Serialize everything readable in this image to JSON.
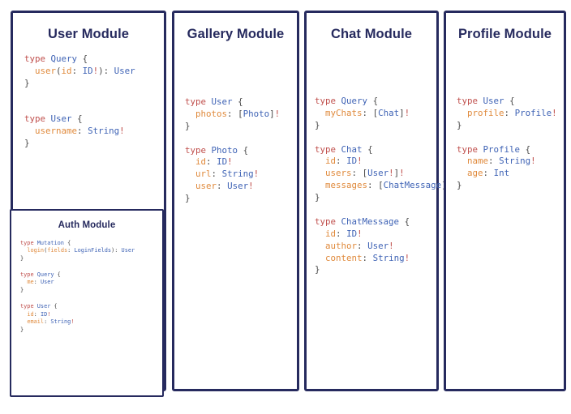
{
  "diagram": {
    "title_color": "#262a5e",
    "background_color": "#ffffff",
    "border_color": "#262a5e",
    "syntax_colors": {
      "keyword": "#c0504d",
      "type_name": "#3f63b5",
      "field_name": "#e08a3c",
      "punctuation": "#4a4a4a",
      "non_null_bang": "#c0504d"
    }
  },
  "panels": [
    {
      "id": "user",
      "title": "User Module",
      "code": "type Query {\n  user(id: ID!): User\n}\n\n\ntype User {\n  username: String!\n}",
      "nested": {
        "id": "auth",
        "title": "Auth Module",
        "code": "type Mutation {\n  login(fields: LoginFields): User\n}\n\ntype Query {\n  me: User\n}\n\ntype User {\n  id: ID!\n  email: String!\n}"
      }
    },
    {
      "id": "gallery",
      "title": "Gallery Module",
      "code": "type User {\n  photos: [Photo]!\n}\n\ntype Photo {\n  id: ID!\n  url: String!\n  user: User!\n}"
    },
    {
      "id": "chat",
      "title": "Chat Module",
      "code": "type Query {\n  myChats: [Chat]!\n}\n\ntype Chat {\n  id: ID!\n  users: [User!]!\n  messages: [ChatMessage]!\n}\n\ntype ChatMessage {\n  id: ID!\n  author: User!\n  content: String!\n}"
    },
    {
      "id": "profile",
      "title": "Profile Module",
      "code": "type User {\n  profile: Profile!\n}\n\ntype Profile {\n  name: String!\n  age: Int\n}"
    }
  ]
}
